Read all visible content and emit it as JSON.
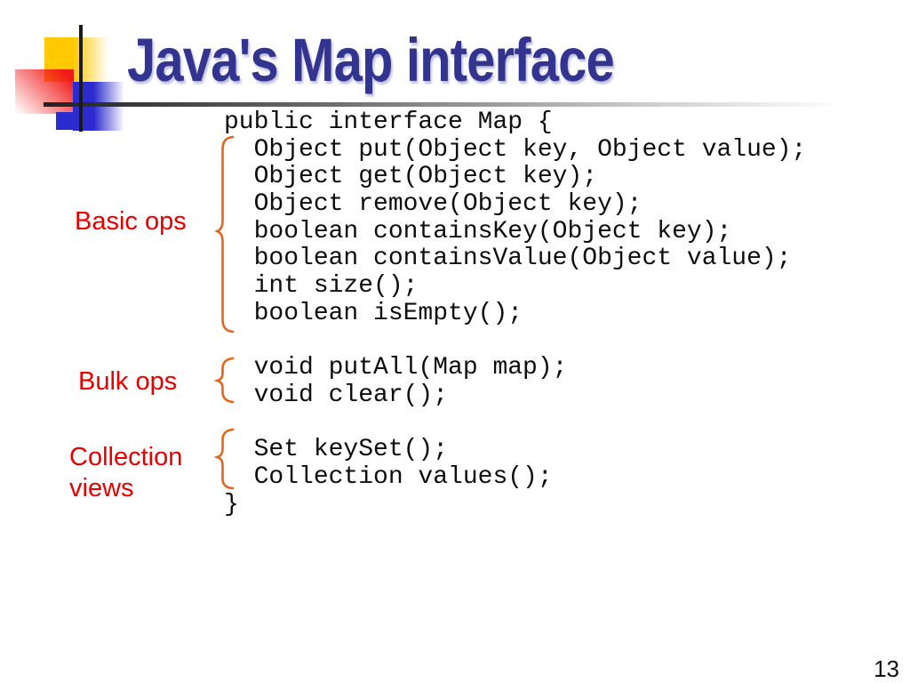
{
  "slide": {
    "title": "Java's Map interface",
    "page_number": "13"
  },
  "labels": {
    "basic_ops": "Basic ops",
    "bulk_ops": "Bulk ops",
    "collection_views": [
      "Collection",
      "views"
    ]
  },
  "code": {
    "lines": [
      "public interface Map {",
      "  Object put(Object key, Object value);",
      "  Object get(Object key);",
      "  Object remove(Object key);",
      "  boolean containsKey(Object key);",
      "  boolean containsValue(Object value);",
      "  int size();",
      "  boolean isEmpty();",
      "",
      "  void putAll(Map map);",
      "  void clear();",
      "",
      "  Set keySet();",
      "  Collection values();",
      "}"
    ]
  },
  "theme": {
    "title-color": "#333390",
    "label-color": "#E60000",
    "brace-color": "#E0661E",
    "code-color": "#0E0E0E",
    "decor-yellow": "#FFC900",
    "decor-red": "#F01818",
    "decor-blue": "#2B2BD0",
    "line-color": "#1A1A1A"
  }
}
